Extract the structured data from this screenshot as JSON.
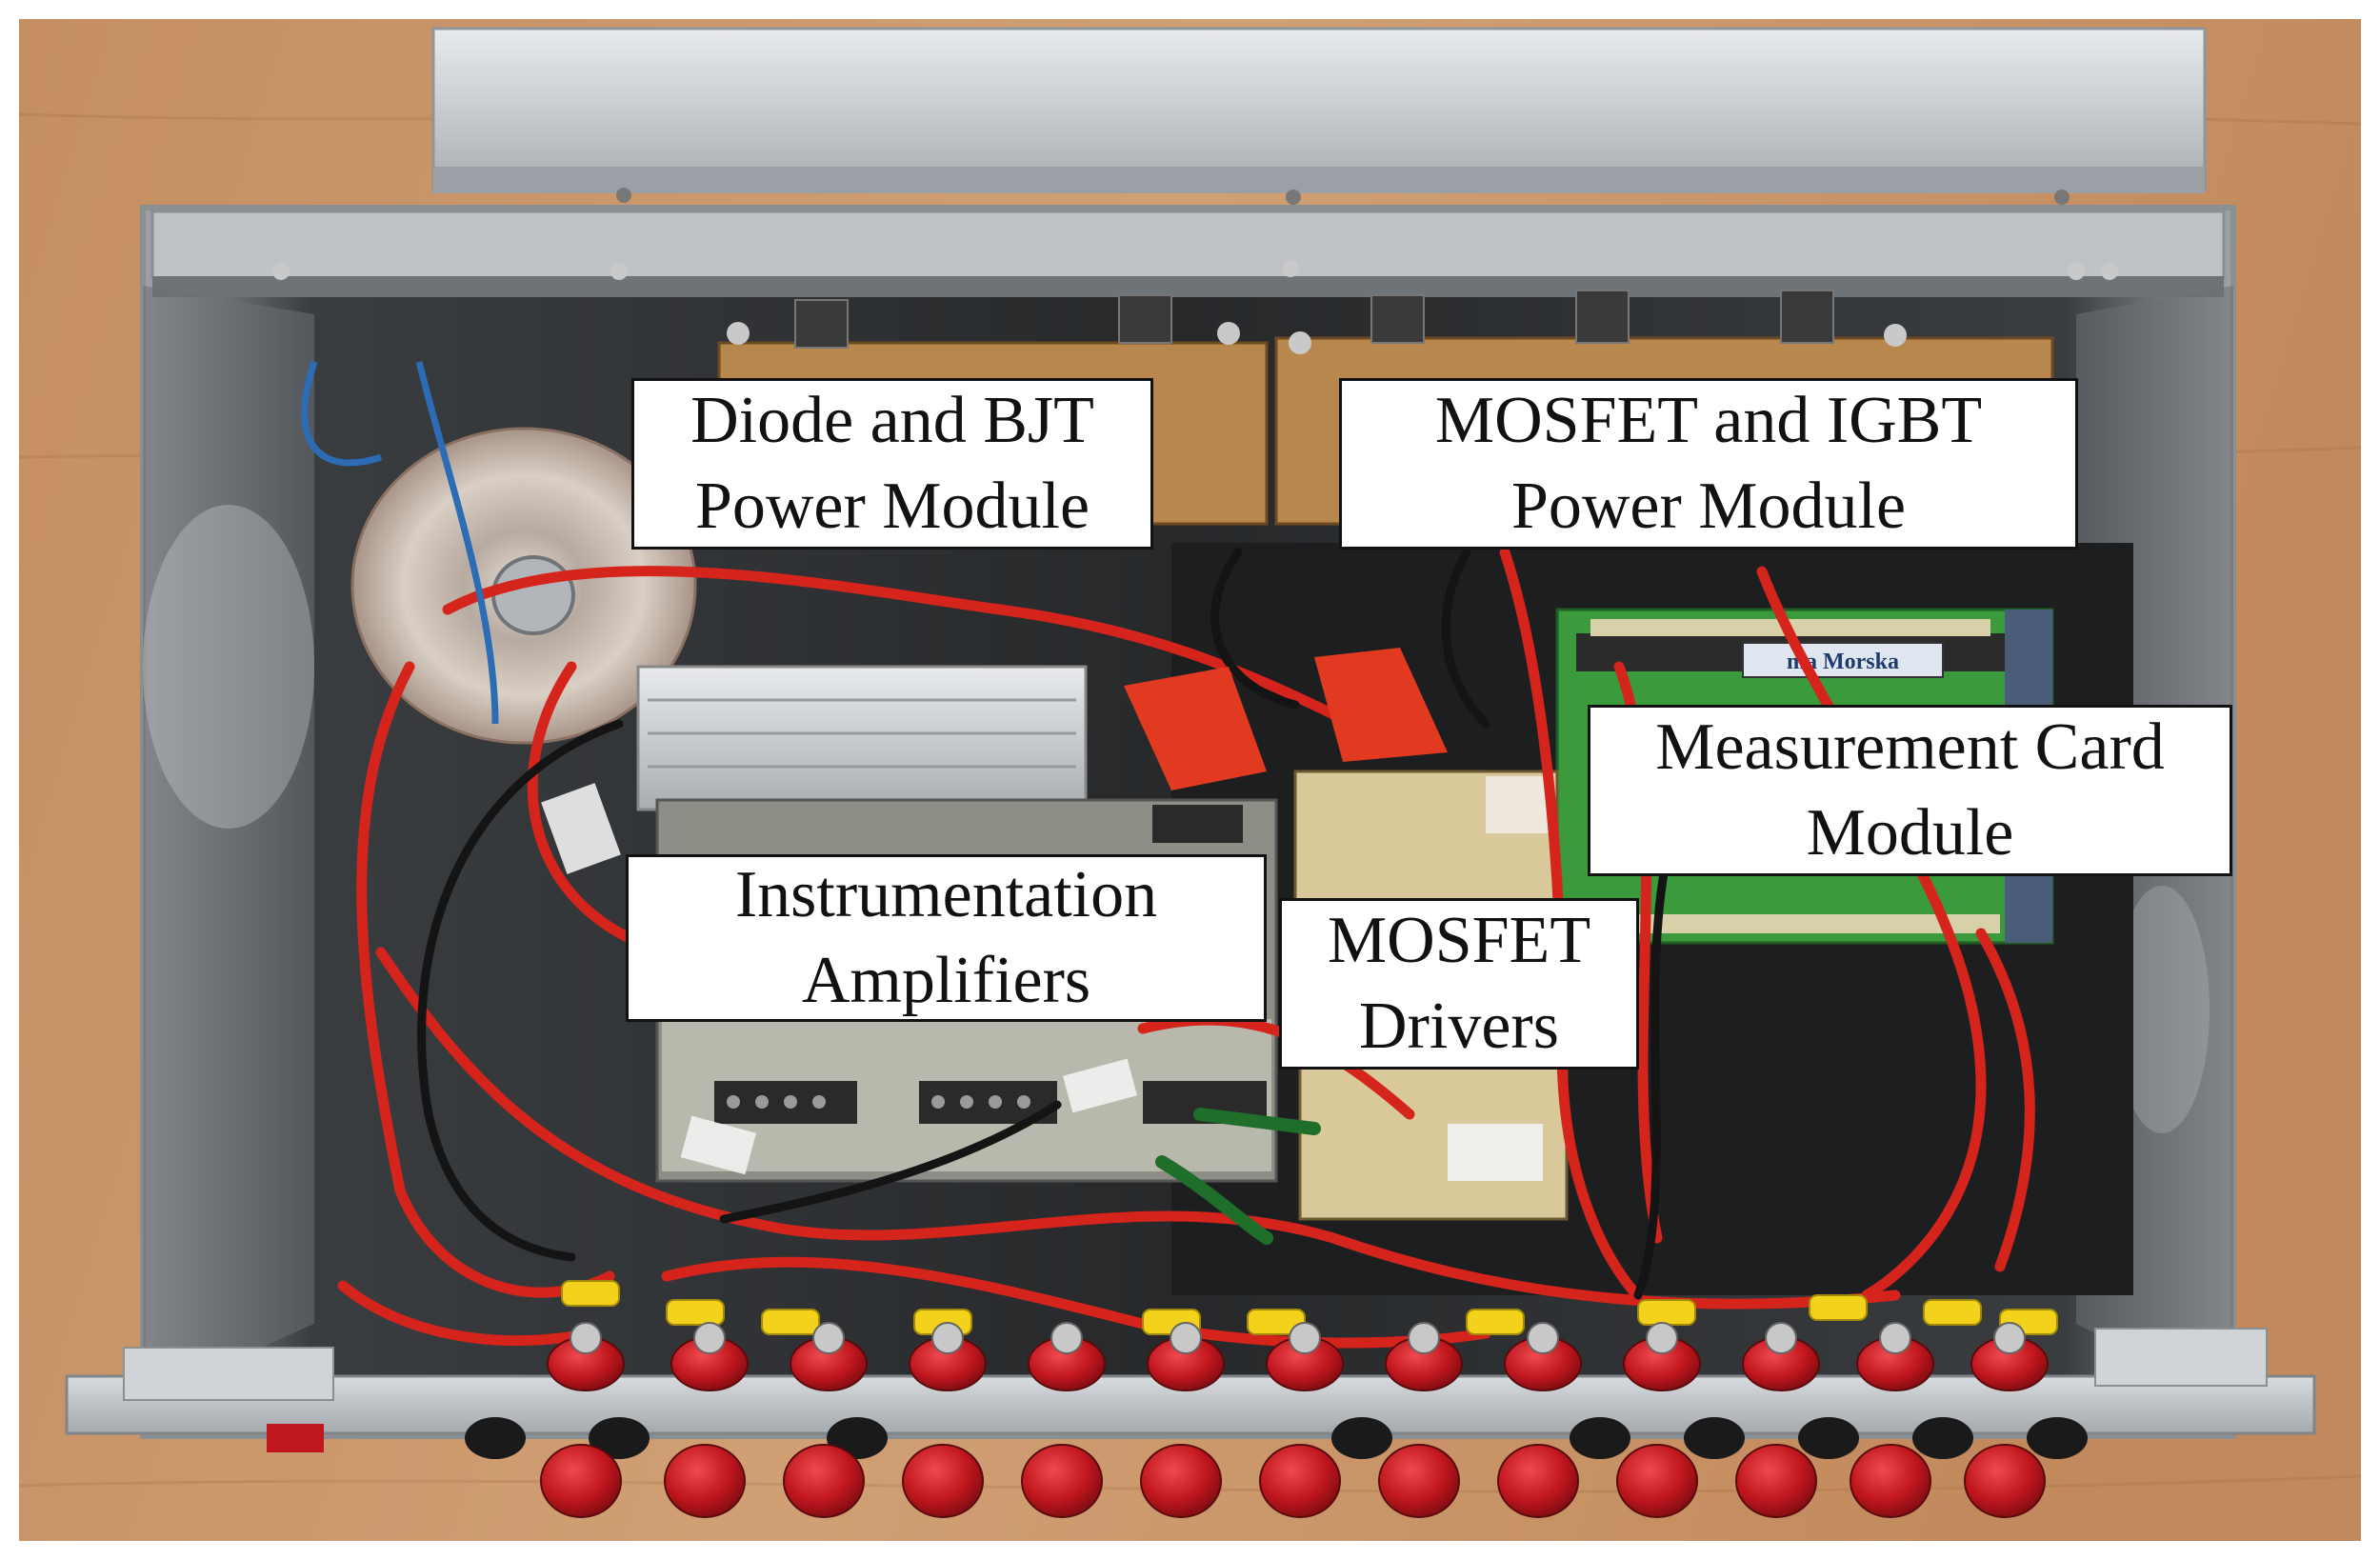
{
  "labels": {
    "diode_bjt": {
      "line1": "Diode and BJT",
      "line2": "Power Module"
    },
    "mosfet_igbt": {
      "line1": "MOSFET and IGBT",
      "line2": "Power Module"
    },
    "measurement": {
      "line1": "Measurement Card",
      "line2": "Module"
    },
    "instrumentation": {
      "line1": "Instrumentation",
      "line2": "Amplifiers"
    },
    "drivers": {
      "line1": "MOSFET",
      "line2": "Drivers"
    }
  },
  "photo_text": {
    "card_brand": "ma Morska"
  },
  "colors": {
    "table_wood": "#c9956a",
    "chassis_metal": "#b8bcc0",
    "chassis_dark": "#2a2c2e",
    "wire_red": "#d4241c",
    "terminal_red": "#c0161e",
    "wire_black": "#141414",
    "wire_blue": "#2b6cb5",
    "wire_yellow": "#f2d21a",
    "pcb_green": "#3a9a3c",
    "pcb_brown": "#b8874e",
    "heatsink": "#d4d7da",
    "perfboard": "#d8c89a"
  }
}
